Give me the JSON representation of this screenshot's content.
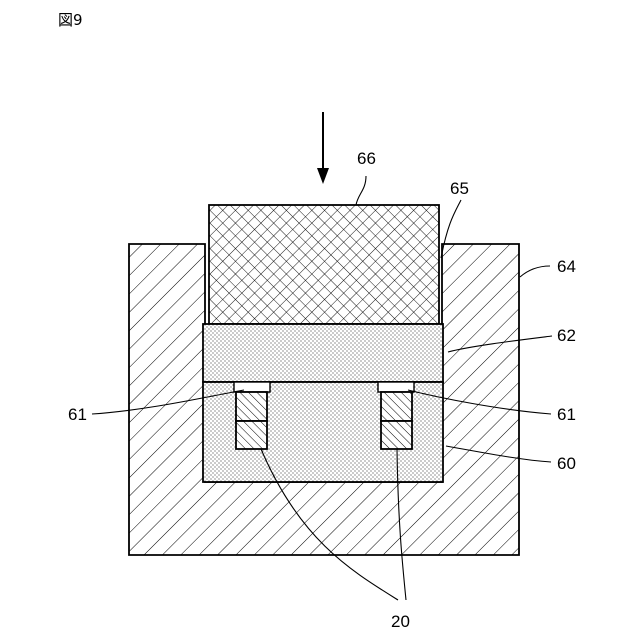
{
  "figure": {
    "title": "図9"
  },
  "labels": {
    "punch": "66",
    "gap": "65",
    "die": "64",
    "top_layer": "62",
    "recess_left": "61",
    "recess_right": "61",
    "base_layer": "60",
    "components": "20"
  },
  "colors": {
    "ink": "#000000",
    "background": "#ffffff"
  }
}
